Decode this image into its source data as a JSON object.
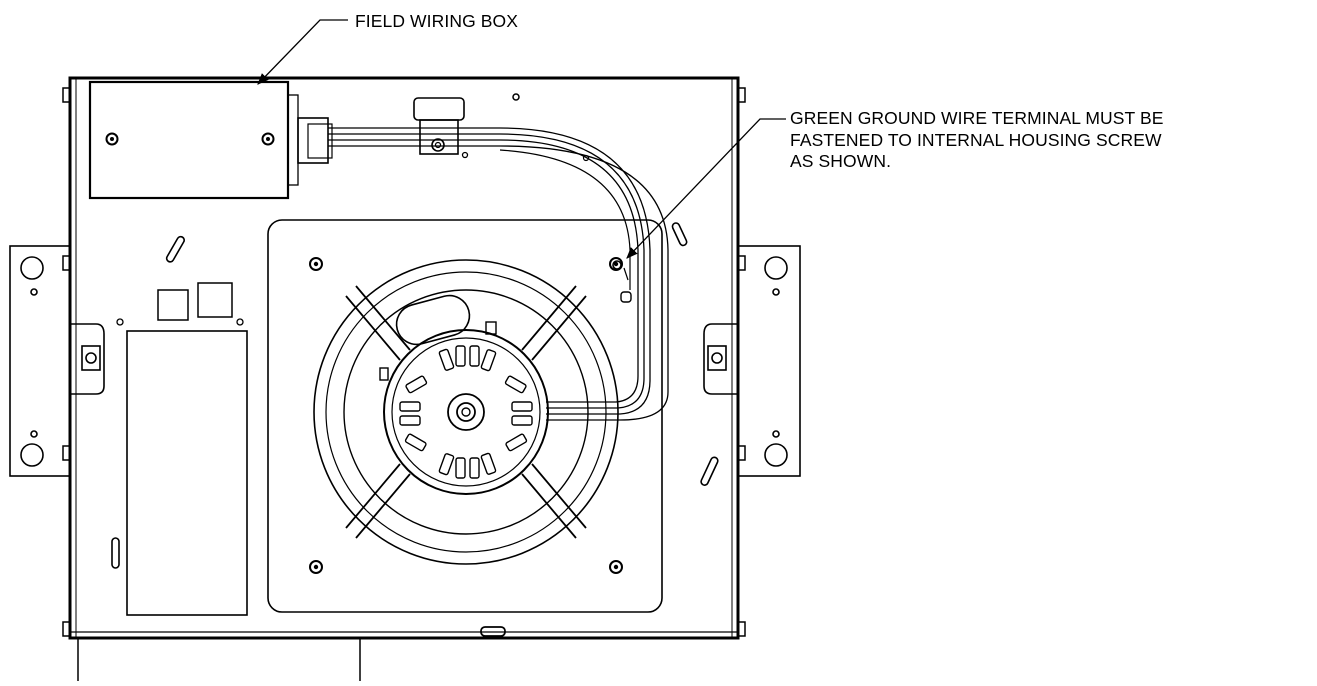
{
  "callouts": {
    "field_wiring_box": "FIELD WIRING BOX",
    "ground_wire": [
      "GREEN GROUND WIRE TERMINAL MUST BE",
      "FASTENED TO INTERNAL HOUSING SCREW",
      "AS SHOWN."
    ]
  },
  "colors": {
    "line": "#000000",
    "background": "#ffffff"
  }
}
